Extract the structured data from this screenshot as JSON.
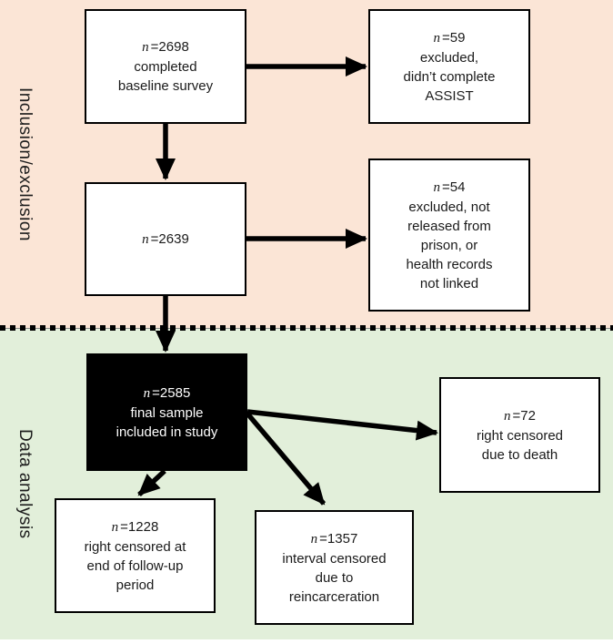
{
  "diagram": {
    "sections": {
      "inclusion": {
        "label": "Inclusion/exclusion",
        "bg_color": "#fbe5d6"
      },
      "analysis": {
        "label": "Data analysis",
        "bg_color": "#e2efda"
      }
    },
    "nodes": {
      "baseline": {
        "n": "n",
        "count": "=2698",
        "desc": "completed\nbaseline survey"
      },
      "excluded_assist": {
        "n": "n",
        "count": "=59",
        "desc": "excluded,\ndidn’t complete\nASSIST"
      },
      "eligible": {
        "n": "n",
        "count": "=2639",
        "desc": ""
      },
      "excluded_not_released": {
        "n": "n",
        "count": "=54",
        "desc": "excluded, not\nreleased from\nprison, or\nhealth records\nnot linked"
      },
      "final_sample": {
        "n": "n",
        "count": "=2585",
        "desc": "final sample\nincluded in study"
      },
      "right_censored_followup": {
        "n": "n",
        "count": "=1228",
        "desc": "right censored at\nend of follow-up\nperiod"
      },
      "interval_censored": {
        "n": "n",
        "count": "=1357",
        "desc": "interval censored\ndue to\nreincarceration"
      },
      "right_censored_death": {
        "n": "n",
        "count": "=72",
        "desc": "right censored\ndue to death"
      }
    },
    "edges": [
      {
        "from": "baseline",
        "to": "excluded_assist"
      },
      {
        "from": "baseline",
        "to": "eligible"
      },
      {
        "from": "eligible",
        "to": "excluded_not_released"
      },
      {
        "from": "eligible",
        "to": "final_sample"
      },
      {
        "from": "final_sample",
        "to": "right_censored_followup"
      },
      {
        "from": "final_sample",
        "to": "interval_censored"
      },
      {
        "from": "final_sample",
        "to": "right_censored_death"
      }
    ],
    "colors": {
      "inclusion_bg": "#fbe5d6",
      "analysis_bg": "#e2efda",
      "box_bg": "#ffffff",
      "box_border": "#000000",
      "final_box_bg": "#000000",
      "final_box_text": "#ffffff",
      "arrow": "#000000",
      "divider": "#000000"
    }
  }
}
